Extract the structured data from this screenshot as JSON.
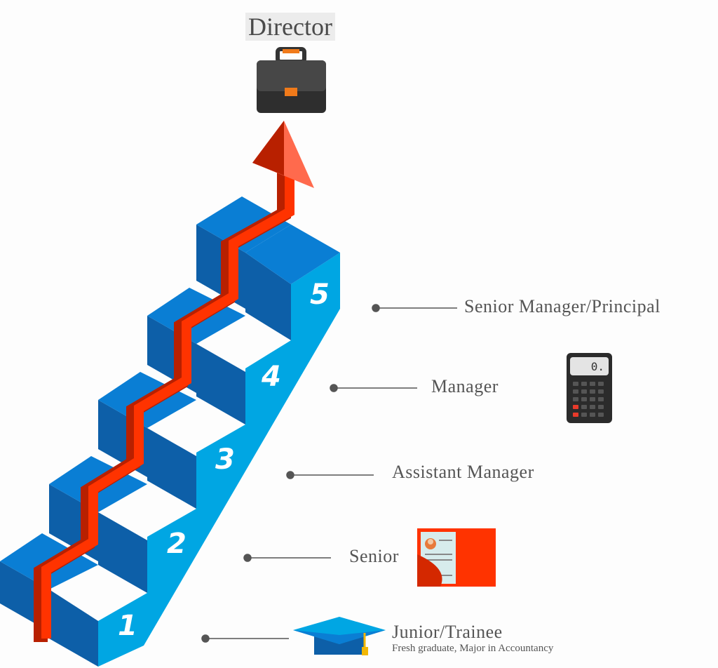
{
  "title": "Director",
  "steps": [
    {
      "number": "1",
      "label": "Junior/Trainee",
      "sublabel": "Fresh graduate, Major in Accountancy",
      "icon": "graduation-cap-icon"
    },
    {
      "number": "2",
      "label": "Senior",
      "icon": "resume-folder-icon"
    },
    {
      "number": "3",
      "label": "Assistant Manager"
    },
    {
      "number": "4",
      "label": "Manager",
      "icon": "calculator-icon"
    },
    {
      "number": "5",
      "label": "Senior Manager/Principal"
    }
  ],
  "top_icon": "briefcase-icon",
  "calculator_display": "0.",
  "colors": {
    "step_top": "#0a7ed4",
    "step_front": "#0d5fa8",
    "step_side": "#00a6e3",
    "arrow_red": "#ff3300",
    "arrow_dark": "#b82000",
    "connector": "#555555"
  }
}
